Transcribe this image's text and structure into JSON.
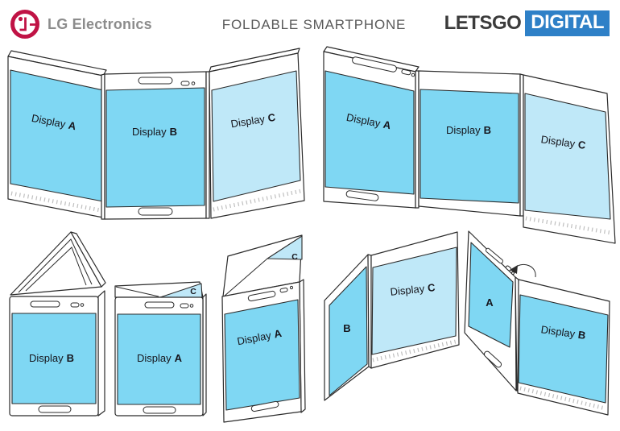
{
  "header": {
    "lg": {
      "brand": "LG Electronics"
    },
    "title": "FOLDABLE SMARTPHONE",
    "letsgo": {
      "word1": "LETSGO",
      "word2": "DIGITAL"
    }
  },
  "colors": {
    "lg_red": "#C01345",
    "brand_gray": "#8C8C8C",
    "title_gray": "#5A5A5A",
    "letsgo_dark": "#3B3B3B",
    "letsgo_blue": "#2E80C7",
    "screen": "#7FD7F3",
    "screen_light": "#BFE8F8",
    "line": "#2B2B2B"
  },
  "diagrams": [
    {
      "name": "trifold-open-angled",
      "labels": {
        "a": {
          "prefix": "Display",
          "letter": "A"
        },
        "b": {
          "prefix": "Display",
          "letter": "B"
        },
        "c": {
          "prefix": "Display",
          "letter": "C"
        }
      }
    },
    {
      "name": "trifold-open-flat",
      "labels": {
        "a": {
          "prefix": "Display",
          "letter": "A"
        },
        "b": {
          "prefix": "Display",
          "letter": "B"
        },
        "c": {
          "prefix": "Display",
          "letter": "C"
        }
      }
    },
    {
      "name": "folded-tent-rear-view",
      "labels": {
        "b": {
          "prefix": "Display",
          "letter": "B"
        }
      }
    },
    {
      "name": "folded-front-view",
      "labels": {
        "a": {
          "prefix": "Display",
          "letter": "A"
        },
        "c": {
          "prefix": "",
          "letter": "C"
        }
      }
    },
    {
      "name": "folding-flap-half-open",
      "labels": {
        "a": {
          "prefix": "Display",
          "letter": "A"
        },
        "c": {
          "prefix": "",
          "letter": "C"
        }
      }
    },
    {
      "name": "book-open-b-c",
      "labels": {
        "b": {
          "prefix": "",
          "letter": "B"
        },
        "c": {
          "prefix": "Display",
          "letter": "C"
        }
      }
    },
    {
      "name": "book-open-a-b",
      "labels": {
        "a": {
          "prefix": "",
          "letter": "A"
        },
        "b": {
          "prefix": "Display",
          "letter": "B"
        }
      }
    }
  ]
}
